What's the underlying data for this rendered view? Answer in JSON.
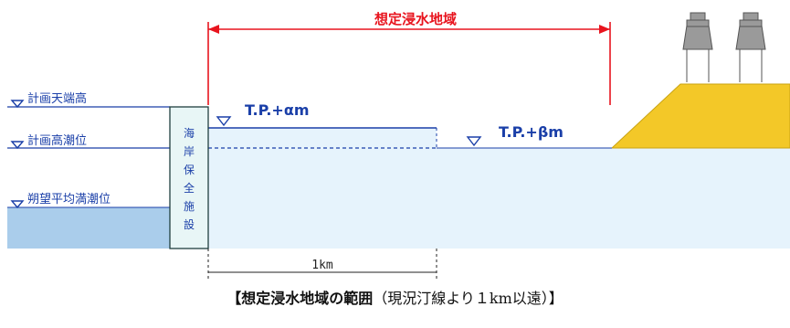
{
  "diagram": {
    "inundation_label": "想定浸水地域",
    "levels": {
      "design_crest": "計画天端高",
      "design_tide": "計画高潮位",
      "mean_spring_high_tide": "朔望平均満潮位"
    },
    "tp_alpha": "T.P.+αm",
    "tp_beta": "T.P.+βm",
    "facility_chars": [
      "海",
      "岸",
      "保",
      "全",
      "施",
      "設"
    ],
    "scale_label": "1km",
    "caption_main": "【想定浸水地域の範囲",
    "caption_sub": "（現況汀線より１km以遠）】"
  },
  "colors": {
    "line_blue": "#1a3fa8",
    "range_red": "#e8141e",
    "sea_blue": "#aacdeb",
    "flood_light": "#e6f3fc",
    "embankment_yellow": "#f3c828",
    "tank_gray": "#9a9a9a"
  }
}
